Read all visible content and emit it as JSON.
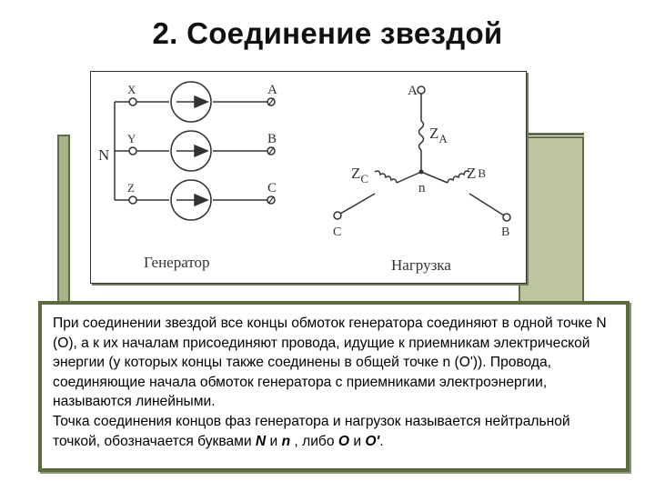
{
  "title": "2. Соединение звездой",
  "generator": {
    "caption": "Генератор",
    "neutral_label": "N",
    "start_labels": [
      "X",
      "Y",
      "Z"
    ],
    "end_labels": [
      "A",
      "B",
      "C"
    ]
  },
  "load": {
    "caption": "Нагрузка",
    "neutral_label": "n",
    "terminal_a": "A",
    "terminal_b": "B",
    "terminal_c": "C",
    "impedance_a": {
      "main": "Z",
      "sub": "A"
    },
    "impedance_b": {
      "main": "Z",
      "sub": "B"
    },
    "impedance_c": {
      "main": "Z",
      "sub": "C"
    }
  },
  "description": {
    "paragraph1": "При соединении звездой все концы обмоток генератора соединяют в одной точке N (О), а к их началам присоединяют провода, идущие к приемникам электрической энергии (у которых концы также соединены в общей точке n (О')). Провода, соединяющие начала обмоток генератора с приемниками электроэнергии, называются линейными.",
    "paragraph2_prefix": "Точка соединения концов фаз генератора и нагрузок называется нейтральной точкой, обозначается буквами ",
    "symbol_n_upper": "N",
    "conj_and1": " и ",
    "symbol_n_lower": "n",
    "conj_either": " , либо ",
    "symbol_o": "O",
    "conj_and2": " и ",
    "symbol_o_prime": "O'",
    "end": "."
  },
  "colors": {
    "frame_green": "#5c6b3d",
    "accent_green": "#a8b488",
    "ink": "#333333"
  }
}
